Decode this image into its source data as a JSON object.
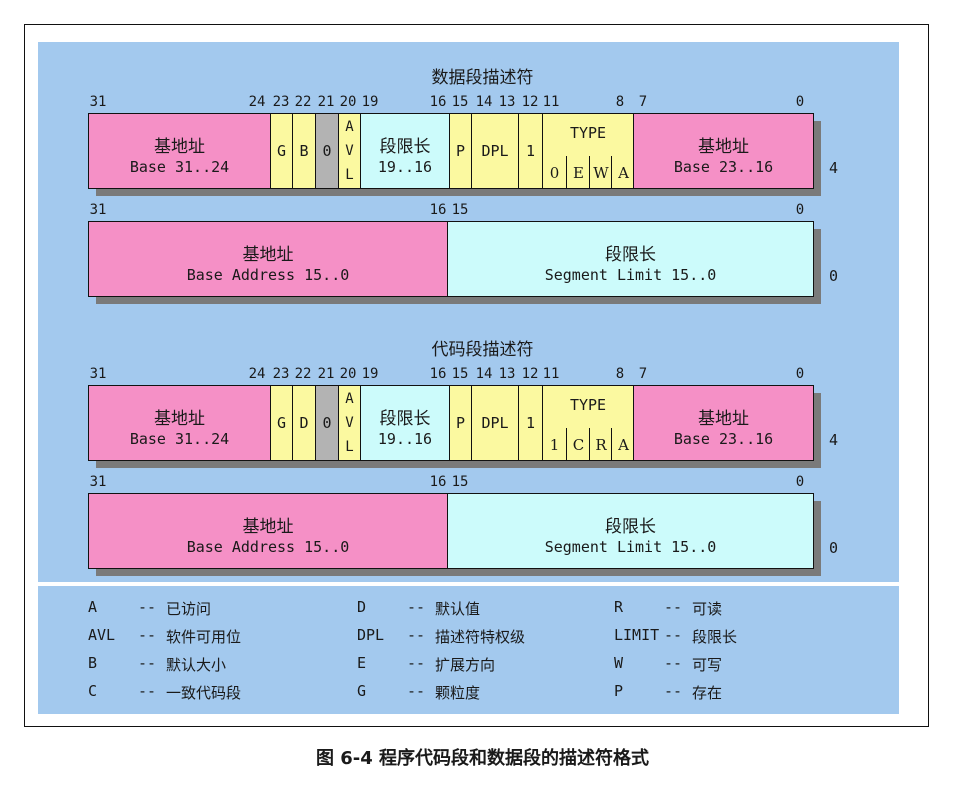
{
  "sections": [
    {
      "title": "数据段描述符",
      "high_word": {
        "bit_labels": [
          "31",
          "24",
          "23",
          "22",
          "21",
          "20",
          "19",
          "16",
          "15",
          "14",
          "13",
          "12",
          "11",
          "8",
          "7",
          "0"
        ],
        "base_high": {
          "cn": "基地址",
          "en": "Base 31..24"
        },
        "g": "G",
        "db": "B",
        "zero": "0",
        "avl": [
          "A",
          "V",
          "L"
        ],
        "limit_high": {
          "cn": "段限长",
          "en": "19..16"
        },
        "p": "P",
        "dpl": "DPL",
        "s": "1",
        "type": {
          "label": "TYPE",
          "bits": [
            "0",
            "E",
            "W",
            "A"
          ]
        },
        "base_mid": {
          "cn": "基地址",
          "en": "Base 23..16"
        },
        "offset": "4"
      },
      "low_word": {
        "bit_labels": [
          "31",
          "16",
          "15",
          "0"
        ],
        "base_low": {
          "cn": "基地址",
          "en": "Base Address 15..0"
        },
        "limit_low": {
          "cn": "段限长",
          "en": "Segment Limit 15..0"
        },
        "offset": "0"
      }
    },
    {
      "title": "代码段描述符",
      "high_word": {
        "bit_labels": [
          "31",
          "24",
          "23",
          "22",
          "21",
          "20",
          "19",
          "16",
          "15",
          "14",
          "13",
          "12",
          "11",
          "8",
          "7",
          "0"
        ],
        "base_high": {
          "cn": "基地址",
          "en": "Base 31..24"
        },
        "g": "G",
        "db": "D",
        "zero": "0",
        "avl": [
          "A",
          "V",
          "L"
        ],
        "limit_high": {
          "cn": "段限长",
          "en": "19..16"
        },
        "p": "P",
        "dpl": "DPL",
        "s": "1",
        "type": {
          "label": "TYPE",
          "bits": [
            "1",
            "C",
            "R",
            "A"
          ]
        },
        "base_mid": {
          "cn": "基地址",
          "en": "Base 23..16"
        },
        "offset": "4"
      },
      "low_word": {
        "bit_labels": [
          "31",
          "16",
          "15",
          "0"
        ],
        "base_low": {
          "cn": "基地址",
          "en": "Base Address 15..0"
        },
        "limit_low": {
          "cn": "段限长",
          "en": "Segment Limit 15..0"
        },
        "offset": "0"
      }
    }
  ],
  "legend": {
    "dash": "--",
    "columns": [
      [
        {
          "key": "A",
          "desc": "已访问"
        },
        {
          "key": "AVL",
          "desc": "软件可用位"
        },
        {
          "key": "B",
          "desc": "默认大小"
        },
        {
          "key": "C",
          "desc": "一致代码段"
        }
      ],
      [
        {
          "key": "D",
          "desc": "默认值"
        },
        {
          "key": "DPL",
          "desc": "描述符特权级"
        },
        {
          "key": "E",
          "desc": "扩展方向"
        },
        {
          "key": "G",
          "desc": "颗粒度"
        }
      ],
      [
        {
          "key": "R",
          "desc": "可读"
        },
        {
          "key": "LIMIT",
          "desc": "段限长"
        },
        {
          "key": "W",
          "desc": "可写"
        },
        {
          "key": "P",
          "desc": "存在"
        }
      ]
    ]
  },
  "caption": "图 6-4 程序代码段和数据段的描述符格式"
}
